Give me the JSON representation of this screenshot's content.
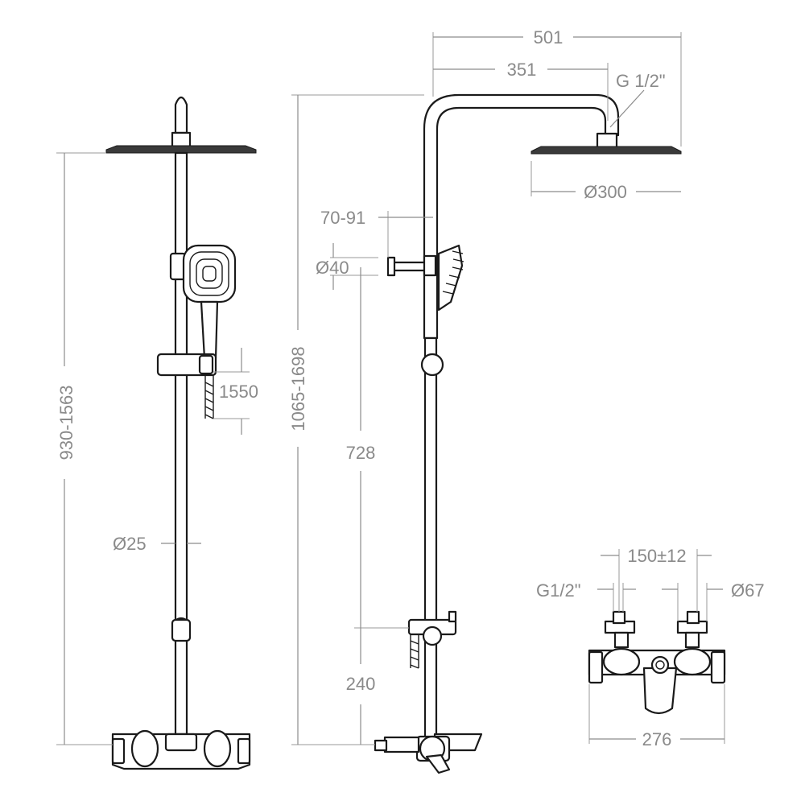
{
  "colors": {
    "line": "#1a1a1a",
    "dimension": "#8c8c8c",
    "label": "#8a8a8a",
    "background": "#ffffff"
  },
  "dimensions": {
    "total_width": "501",
    "arm_length": "351",
    "connection_thread": "G 1/2\"",
    "head_diameter": "Ø300",
    "holder_offset": "70-91",
    "holder_diameter": "Ø40",
    "slide_bar_height": "1550",
    "overall_height_front": "930-1563",
    "overall_height_side": "1065-1698",
    "rail_length": "728",
    "pipe_diameter": "Ø25",
    "mixer_to_bracket": "240",
    "inlet_spacing": "150±12",
    "inlet_thread": "G1/2\"",
    "eccentric_diameter": "Ø67",
    "mixer_width": "276"
  }
}
